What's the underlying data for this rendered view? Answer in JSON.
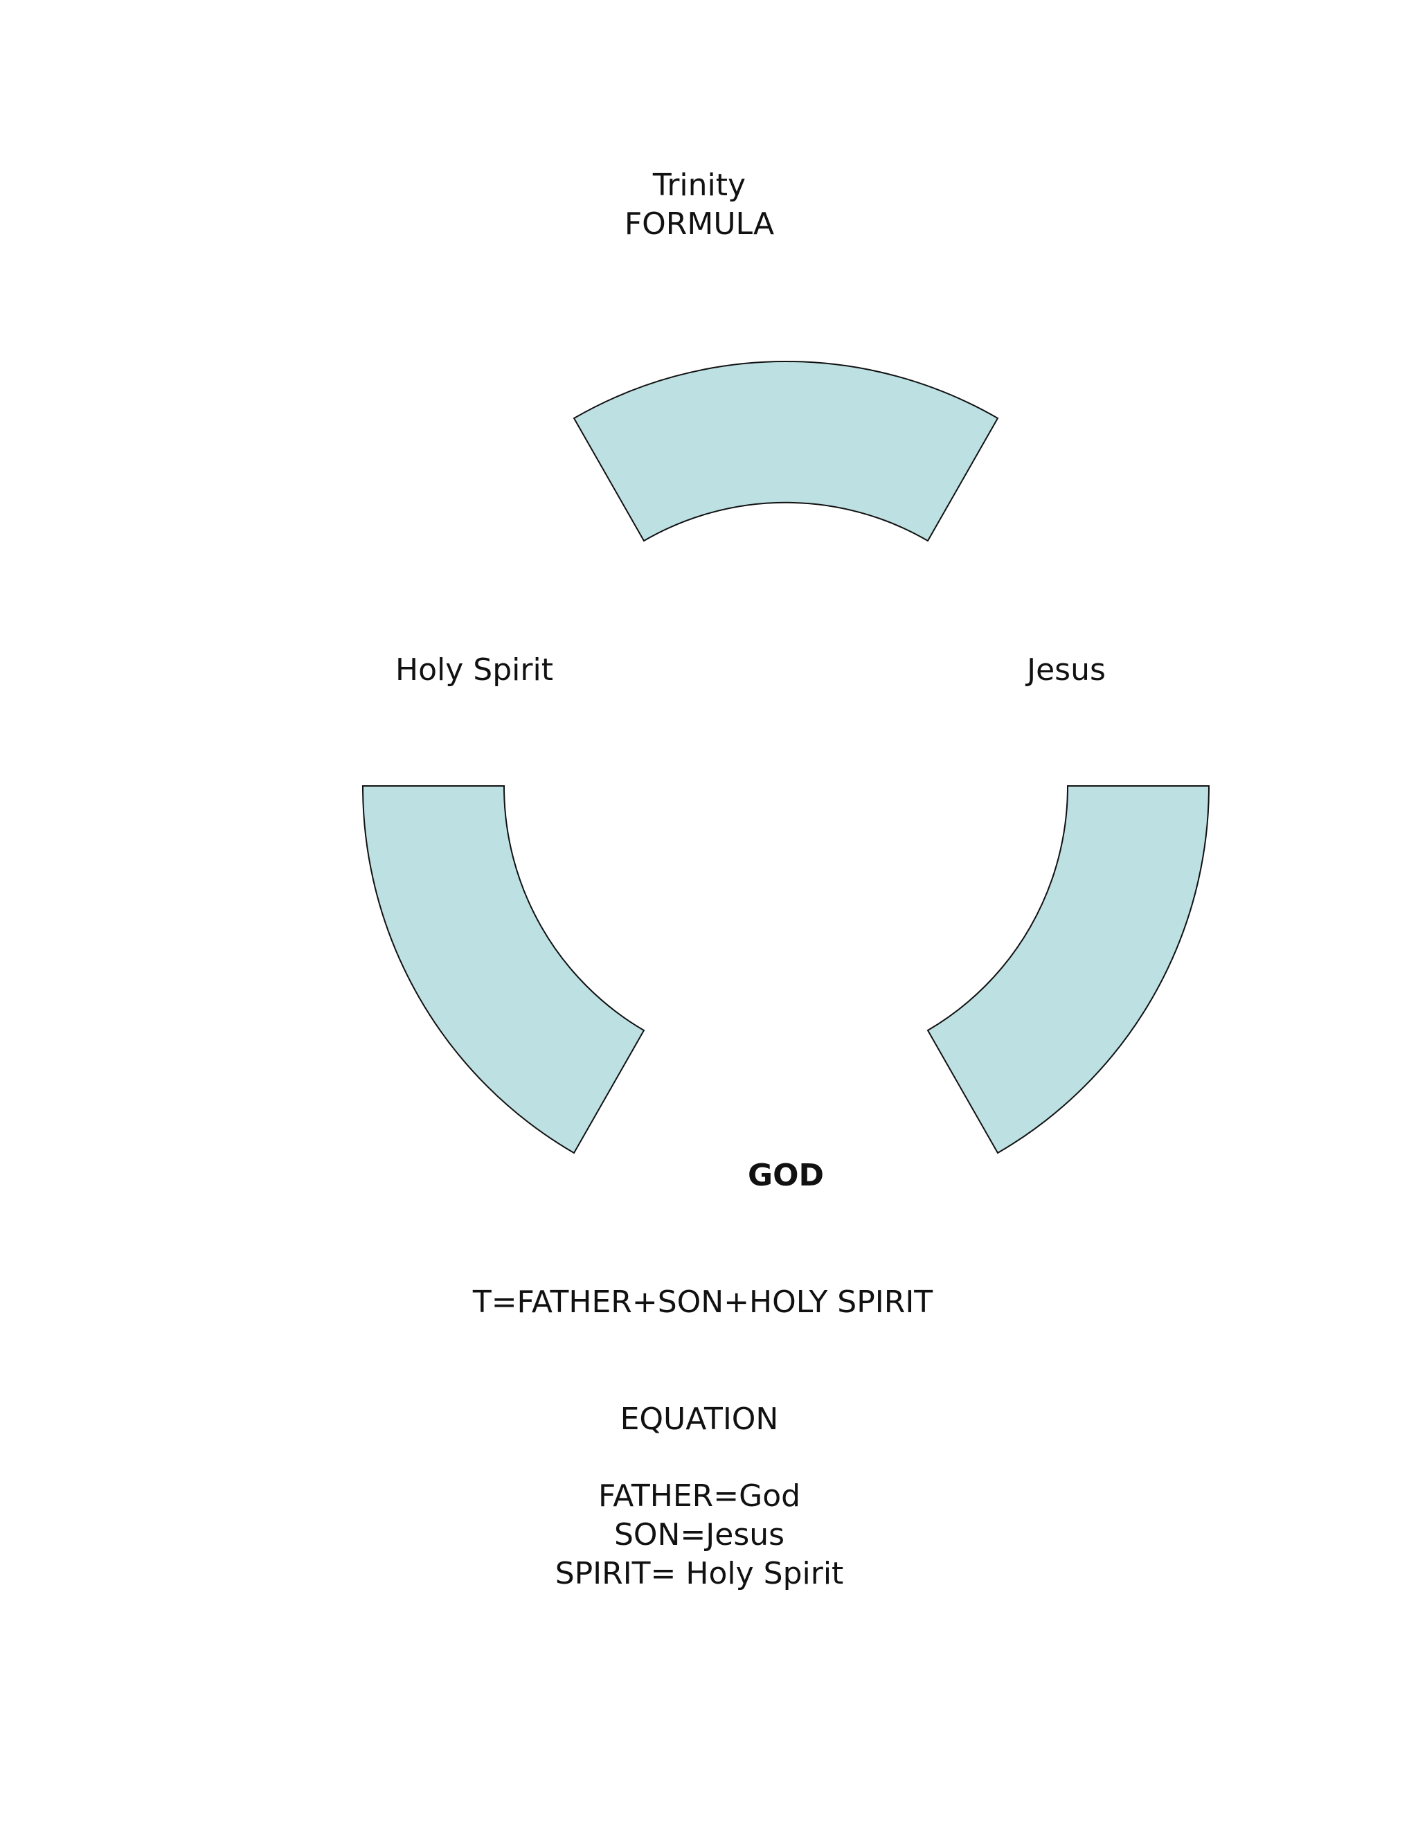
{
  "title": {
    "line1": "Trinity",
    "line2": "FORMULA"
  },
  "labels": {
    "holy_spirit": "Holy Spirit",
    "jesus": "Jesus",
    "god": "GOD"
  },
  "formula": "T=FATHER+SON+HOLY SPIRIT",
  "equation": {
    "heading": "EQUATION",
    "lines": [
      "FATHER=God",
      "SON=Jesus",
      "SPIRIT= Holy Spirit"
    ]
  },
  "colors": {
    "segment_fill": "#bde0e3",
    "segment_stroke": "#111111",
    "text": "#111111"
  }
}
